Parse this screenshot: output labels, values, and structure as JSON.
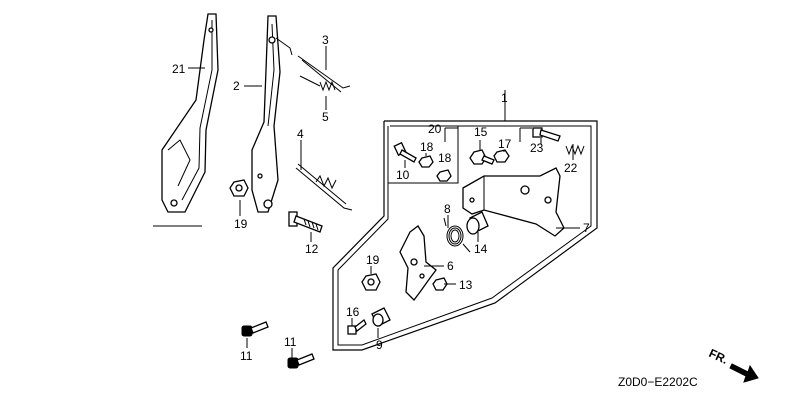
{
  "diagram_code": "Z0D0−E2202C",
  "direction_label": "FR.",
  "callouts": {
    "c1": "1",
    "c2": "2",
    "c3": "3",
    "c4": "4",
    "c5": "5",
    "c6": "6",
    "c7": "7",
    "c8": "8",
    "c9": "9",
    "c10": "10",
    "c11a": "11",
    "c11b": "11",
    "c12": "12",
    "c13": "13",
    "c14": "14",
    "c15": "15",
    "c16": "16",
    "c17": "17",
    "c18a": "18",
    "c18b": "18",
    "c19a": "19",
    "c19b": "19",
    "c20": "20",
    "c21": "21",
    "c22": "22",
    "c23": "23"
  },
  "colors": {
    "ink": "#000000",
    "paper": "#ffffff"
  }
}
